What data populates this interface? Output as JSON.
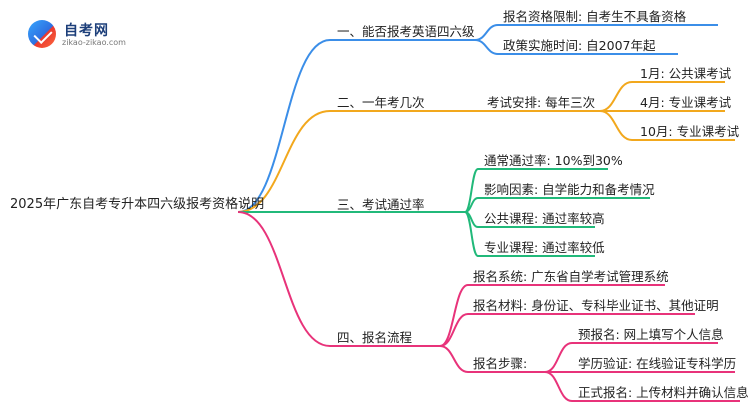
{
  "logo": {
    "name": "自考网",
    "url": "zikao-zikao.com"
  },
  "mindmap": {
    "root": "2025年广东自考专升本四六级报考资格说明",
    "branches": [
      {
        "label": "一、能否报考英语四六级",
        "color": "#3b8ee8",
        "children": [
          {
            "label": "报名资格限制: 自考生不具备资格"
          },
          {
            "label": "政策实施时间: 自2007年起"
          }
        ]
      },
      {
        "label": "二、一年考几次",
        "color": "#f2a81d",
        "children": [
          {
            "label": "考试安排: 每年三次",
            "children": [
              {
                "label": "1月: 公共课考试"
              },
              {
                "label": "4月: 专业课考试"
              },
              {
                "label": "10月: 专业课考试"
              }
            ]
          }
        ]
      },
      {
        "label": "三、考试通过率",
        "color": "#21b97a",
        "children": [
          {
            "label": "通常通过率: 10%到30%"
          },
          {
            "label": "影响因素: 自学能力和备考情况"
          },
          {
            "label": "公共课程: 通过率较高"
          },
          {
            "label": "专业课程: 通过率较低"
          }
        ]
      },
      {
        "label": "四、报名流程",
        "color": "#e8337a",
        "children": [
          {
            "label": "报名系统: 广东省自学考试管理系统"
          },
          {
            "label": "报名材料: 身份证、专科毕业证书、其他证明"
          },
          {
            "label": "报名步骤:",
            "children": [
              {
                "label": "预报名: 网上填写个人信息"
              },
              {
                "label": "学历验证: 在线验证专科学历"
              },
              {
                "label": "正式报名: 上传材料并确认信息"
              }
            ]
          }
        ]
      }
    ]
  }
}
